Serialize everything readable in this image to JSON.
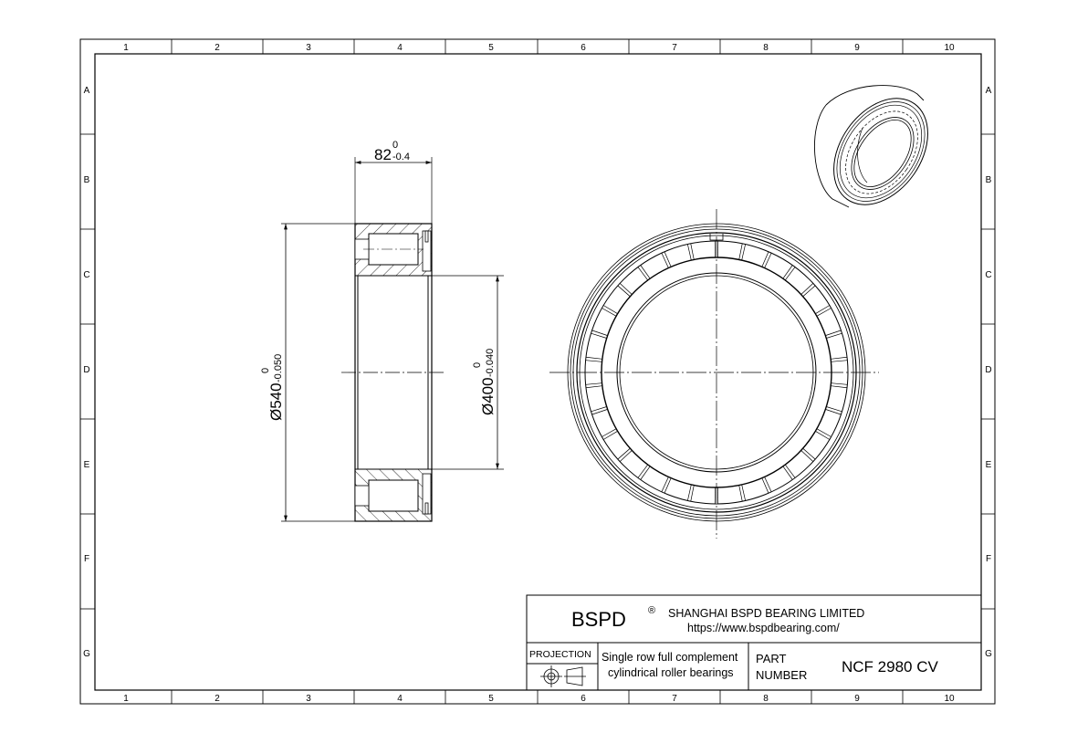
{
  "frame": {
    "columns": [
      "1",
      "2",
      "3",
      "4",
      "5",
      "6",
      "7",
      "8",
      "9",
      "10"
    ],
    "rows": [
      "A",
      "B",
      "C",
      "D",
      "E",
      "F",
      "G"
    ]
  },
  "dimensions": {
    "width": {
      "nominal": "82",
      "upper": "0",
      "lower": "-0.4"
    },
    "outer_diameter": {
      "nominal": "Ø540",
      "upper": "0",
      "lower": "-0.050"
    },
    "inner_diameter": {
      "nominal": "Ø400",
      "upper": "0",
      "lower": "-0.040"
    }
  },
  "title_block": {
    "brand": "BSPD",
    "registered": "®",
    "company": "SHANGHAI BSPD BEARING LIMITED",
    "website": "https://www.bspdbearing.com/",
    "projection_label": "PROJECTION",
    "description_line1": "Single row full complement",
    "description_line2": "cylindrical roller bearings",
    "part_label_line1": "PART",
    "part_label_line2": "NUMBER",
    "part_number": "NCF 2980 CV"
  },
  "colors": {
    "line": "#000000",
    "background": "#ffffff"
  }
}
